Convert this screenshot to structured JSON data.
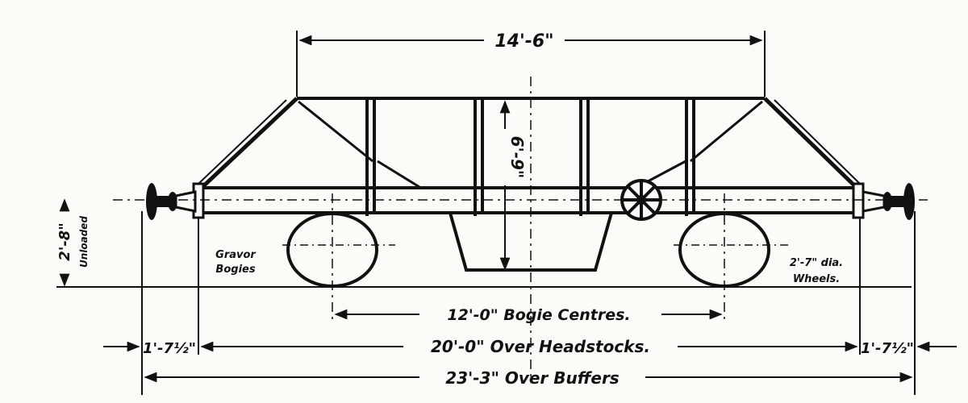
{
  "drawing": {
    "dims": {
      "top_span": "14'-6\"",
      "height_upper": "6'-9\"",
      "height_center": "2'-8\"",
      "height_center_sub": "Unloaded",
      "bogie_centres": "12'-0\" Bogie Centres.",
      "over_headstocks": "20'-0\" Over Headstocks.",
      "over_buffers": "23'-3\" Over Buffers",
      "end_left": "1'-7½\"",
      "end_right": "1'-7½\""
    },
    "labels": {
      "bogies_line1": "Gravor",
      "bogies_line2": "Bogies",
      "wheels_line1": "2'-7\" dia.",
      "wheels_line2": "Wheels."
    }
  }
}
